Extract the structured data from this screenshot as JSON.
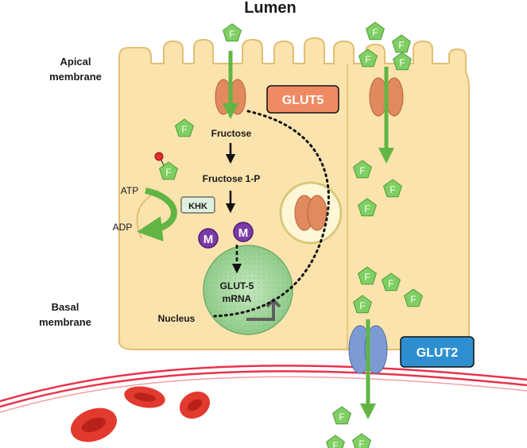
{
  "title": "Lumen",
  "labels": {
    "apical": [
      "Apical",
      "membrane"
    ],
    "basal": [
      "Basal",
      "membrane"
    ],
    "nucleus": "Nucleus",
    "fructose": "Fructose",
    "fructose1p": "Fructose 1-P",
    "atp": "ATP",
    "adp": "ADP",
    "khk": "KHK",
    "mrna": [
      "GLUT-5",
      "mRNA"
    ],
    "glut5": "GLUT5",
    "glut2": "GLUT2",
    "fructose_symbol": "F",
    "methyl_symbol": "M"
  },
  "colors": {
    "cell_fill": "#fbe3ad",
    "cell_stroke": "#e2bf72",
    "glut5_transporter": "#e08a5e",
    "glut5_label_bg": "#f08a63",
    "glut2_transporter": "#7d9bd3",
    "glut2_label_bg": "#2e8fd0",
    "fructose_green": "#7fcf62",
    "arrow_green": "#62b544",
    "methyl_purple": "#7b3aa8",
    "nucleus_green": "#9fd39a",
    "vessel_red": "#e8334a",
    "rbc_red": "#e23a2e"
  },
  "icons": [
    "fructose-pentagon-icon",
    "methyl-group-icon",
    "phosphate-dot-icon",
    "glut5-transporter-icon",
    "glut2-transporter-icon",
    "red-blood-cell-icon"
  ]
}
